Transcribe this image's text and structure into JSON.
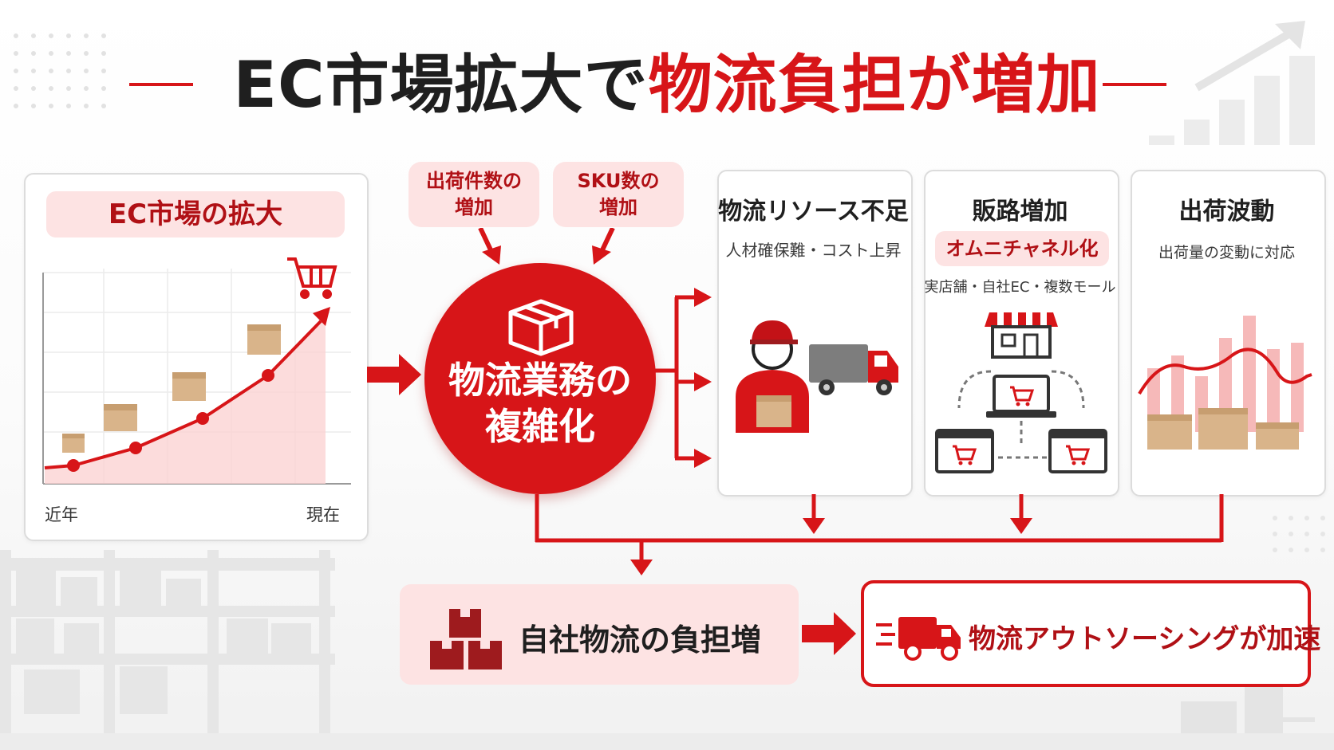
{
  "title": {
    "part1": "EC市場拡大で",
    "part2": "物流負担が増加"
  },
  "market": {
    "header": "EC市場の拡大",
    "x_start": "近年",
    "x_end": "現在"
  },
  "inputs": [
    {
      "line1": "出荷件数の",
      "line2": "増加"
    },
    {
      "line1": "SKU数の",
      "line2": "増加"
    }
  ],
  "center": {
    "line1": "物流業務の",
    "line2": "複雑化"
  },
  "factors": [
    {
      "title": "物流リソース不足",
      "subtitle": "人材確保難・コスト上昇"
    },
    {
      "title": "販路増加",
      "tag": "オムニチャネル化",
      "subtitle": "実店舗・自社EC・複数モール"
    },
    {
      "title": "出荷波動",
      "subtitle": "出荷量の変動に対応"
    }
  ],
  "result": {
    "burden": "自社物流の負担増",
    "outcome": "物流アウトソーシングが加速"
  },
  "colors": {
    "accent": "#d71518",
    "accent_light": "#fde3e3",
    "dark_red": "#9e1b1e",
    "box": "#d9b48a"
  },
  "icons": [
    "cart-icon",
    "cardboard-box-icon",
    "delivery-worker-icon",
    "truck-icon",
    "storefront-icon",
    "laptop-cart-icon",
    "browser-cart-icon",
    "wave-bar-icon",
    "stacked-boxes-icon",
    "fast-truck-icon"
  ]
}
